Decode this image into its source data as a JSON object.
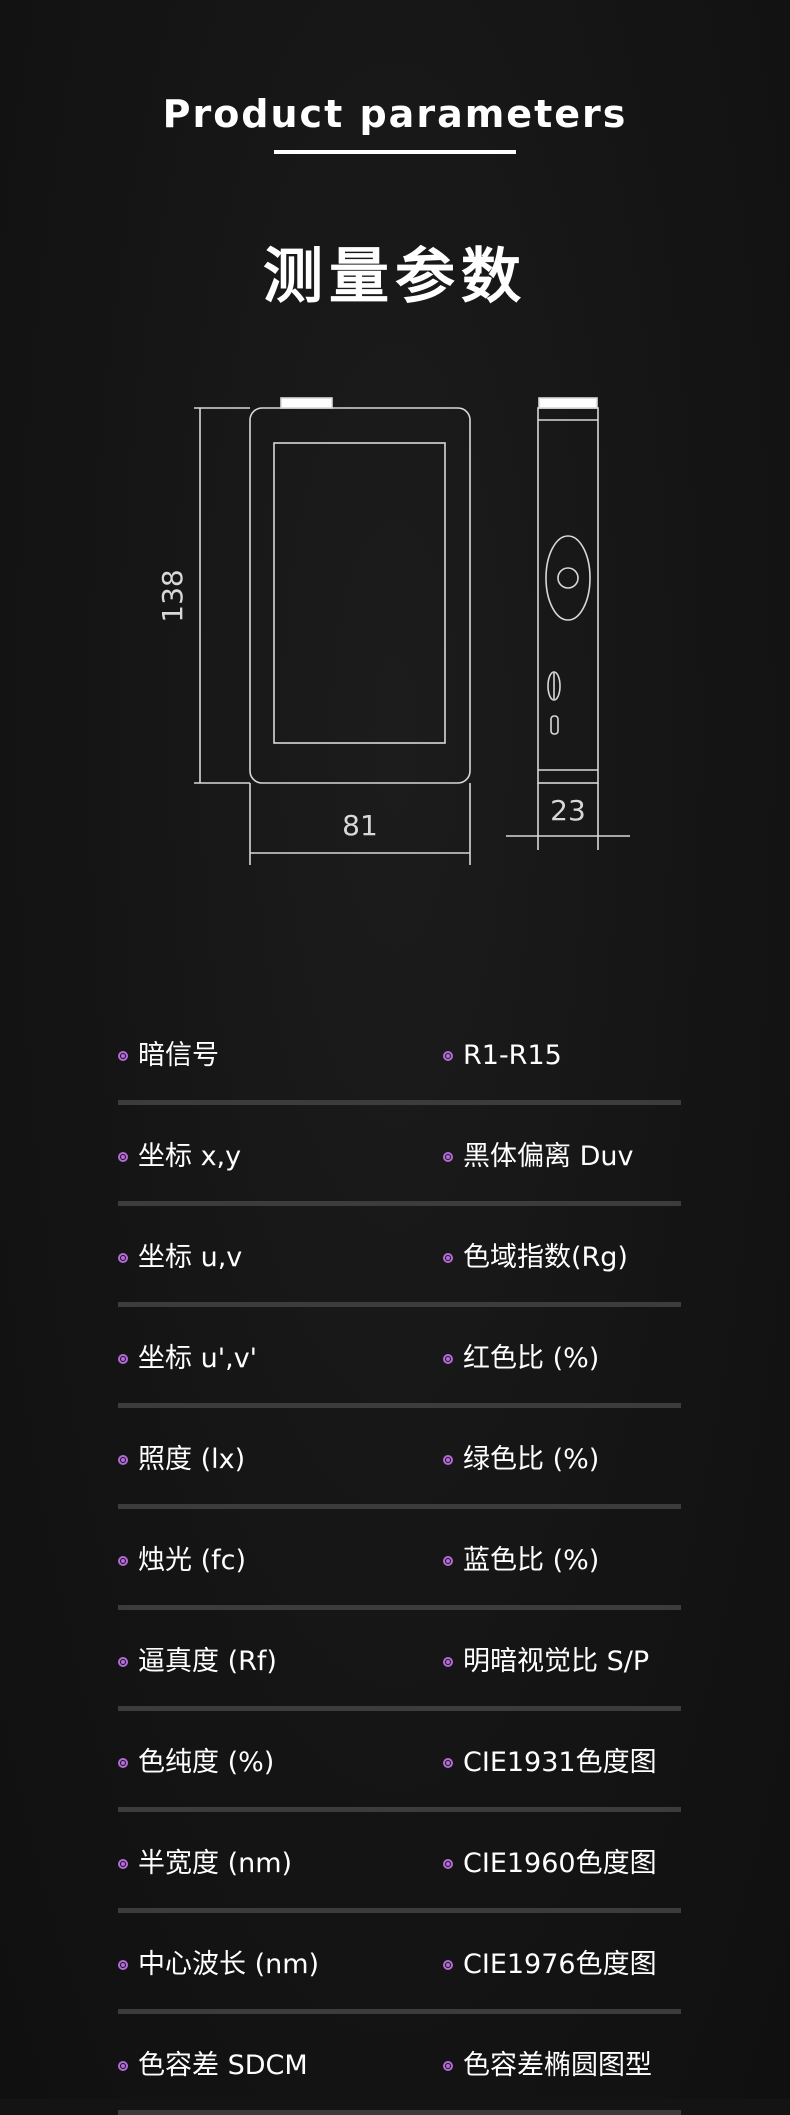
{
  "header": {
    "english_title": "Product parameters",
    "chinese_title": "测量参数"
  },
  "diagram": {
    "height_label": "138",
    "width_label": "81",
    "depth_label": "23"
  },
  "colors": {
    "background": "#141414",
    "bullet": "#b46ad8",
    "divider": "#3c3c3c",
    "text": "#ffffff"
  },
  "bullet_icon": "circle-dot-icon",
  "parameters": [
    {
      "left": "暗信号",
      "right": "R1-R15"
    },
    {
      "left": "坐标 x,y",
      "right": "黑体偏离 Duv"
    },
    {
      "left": "坐标 u,v",
      "right": "色域指数(Rg)"
    },
    {
      "left": "坐标 u',v'",
      "right": "红色比 (%)"
    },
    {
      "left": "照度 (lx)",
      "right": "绿色比 (%)"
    },
    {
      "left": "烛光 (fc)",
      "right": "蓝色比 (%)"
    },
    {
      "left": "逼真度  (Rf)",
      "right": "明暗视觉比 S/P"
    },
    {
      "left": "色纯度 (%)",
      "right": "CIE1931色度图"
    },
    {
      "left": "半宽度 (nm)",
      "right": "CIE1960色度图"
    },
    {
      "left": "中心波长 (nm)",
      "right": "CIE1976色度图"
    },
    {
      "left": "色容差 SDCM",
      "right": "色容差椭圆图型"
    }
  ]
}
